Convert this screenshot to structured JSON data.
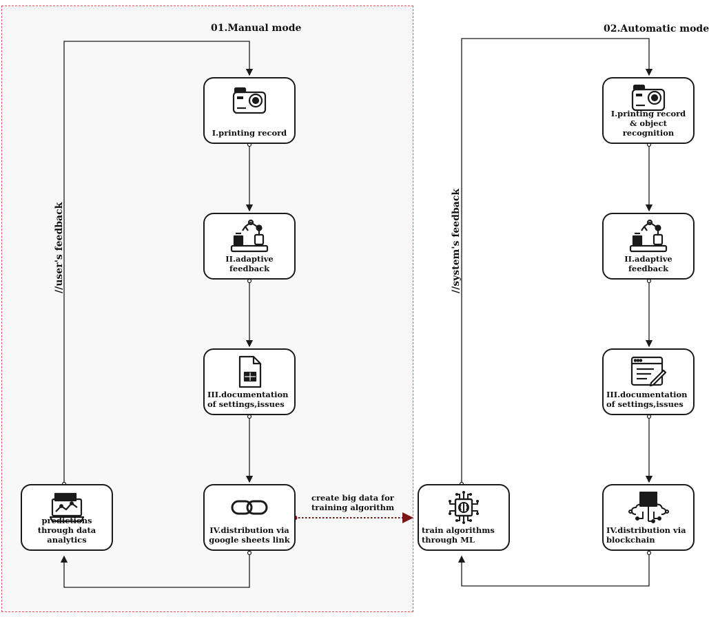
{
  "manual": {
    "title": "01.Manual mode",
    "feedback_label": "//user's feedback",
    "nodes": [
      {
        "label": "I.printing record",
        "icon": "action-camera-icon"
      },
      {
        "label": "II.adaptive feedback",
        "icon": "robot-arm-icon"
      },
      {
        "label": "III.documentation of settings,issues",
        "icon": "spreadsheet-file-icon"
      },
      {
        "label": "IV.distribution  via google sheets link",
        "icon": "chain-link-icon"
      }
    ],
    "analytics": {
      "label": "predictions through data analytics",
      "icon": "laptop-analytics-icon"
    }
  },
  "connector": {
    "label": "create big data for training algorithm"
  },
  "automatic": {
    "title": "02.Automatic mode",
    "feedback_label": "//system's feedback",
    "nodes": [
      {
        "label": "I.printing record & object recognition",
        "icon": "action-camera-icon"
      },
      {
        "label": "II.adaptive feedback",
        "icon": "robot-arm-icon"
      },
      {
        "label": "III.documentation of settings,issues",
        "icon": "document-edit-icon"
      },
      {
        "label": "IV.distribution  via blockchain",
        "icon": "server-cloud-icon"
      }
    ],
    "ml": {
      "label": "train algorithms through ML",
      "icon": "ai-chip-icon"
    }
  },
  "colors": {
    "frame": "#e0525a",
    "panel": "#f8f8f8",
    "line": "#1a1a1a",
    "connector": "#7a1616"
  }
}
